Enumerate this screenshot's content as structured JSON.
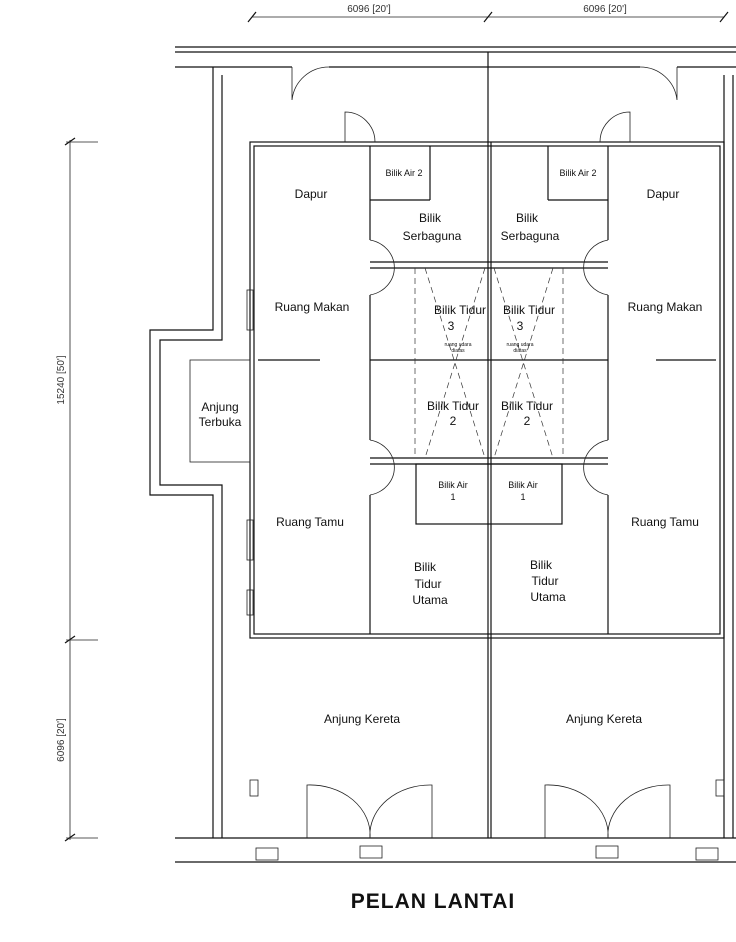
{
  "dimensions": {
    "top_left": "6096 [20']",
    "top_right": "6096 [20']",
    "left_house": "15240 [50']",
    "left_porch": "6096 [20']"
  },
  "rooms_left": {
    "dapur": "Dapur",
    "bilik_air_2": "Bilik Air 2",
    "bilik_serbaguna_1": "Bilik",
    "bilik_serbaguna_2": "Serbaguna",
    "ruang_makan": "Ruang Makan",
    "bilik_tidur_3_a": "Bilik Tidur",
    "bilik_tidur_3_b": "3",
    "void_a": "ruang udara",
    "void_b": "diatas",
    "anjung_terbuka_a": "Anjung",
    "anjung_terbuka_b": "Terbuka",
    "bilik_tidur_2_a": "Bilik Tidur",
    "bilik_tidur_2_b": "2",
    "bilik_air_1_a": "Bilik Air",
    "bilik_air_1_b": "1",
    "ruang_tamu": "Ruang  Tamu",
    "utama_a": "Bilik",
    "utama_b": "Tidur",
    "utama_c": "Utama",
    "anjung_kereta": "Anjung  Kereta"
  },
  "rooms_right": {
    "dapur": "Dapur",
    "bilik_air_2": "Bilik Air 2",
    "bilik_serbaguna_1": "Bilik",
    "bilik_serbaguna_2": "Serbaguna",
    "ruang_makan": "Ruang Makan",
    "bilik_tidur_3_a": "Bilik Tidur",
    "bilik_tidur_3_b": "3",
    "void_a": "ruang udara",
    "void_b": "diatas",
    "bilik_tidur_2_a": "Bilik Tidur",
    "bilik_tidur_2_b": "2",
    "bilik_air_1_a": "Bilik Air",
    "bilik_air_1_b": "1",
    "ruang_tamu": "Ruang  Tamu",
    "utama_a": "Bilik",
    "utama_b": "Tidur",
    "utama_c": "Utama",
    "anjung_kereta": "Anjung  Kereta"
  },
  "title": "PELAN LANTAI"
}
